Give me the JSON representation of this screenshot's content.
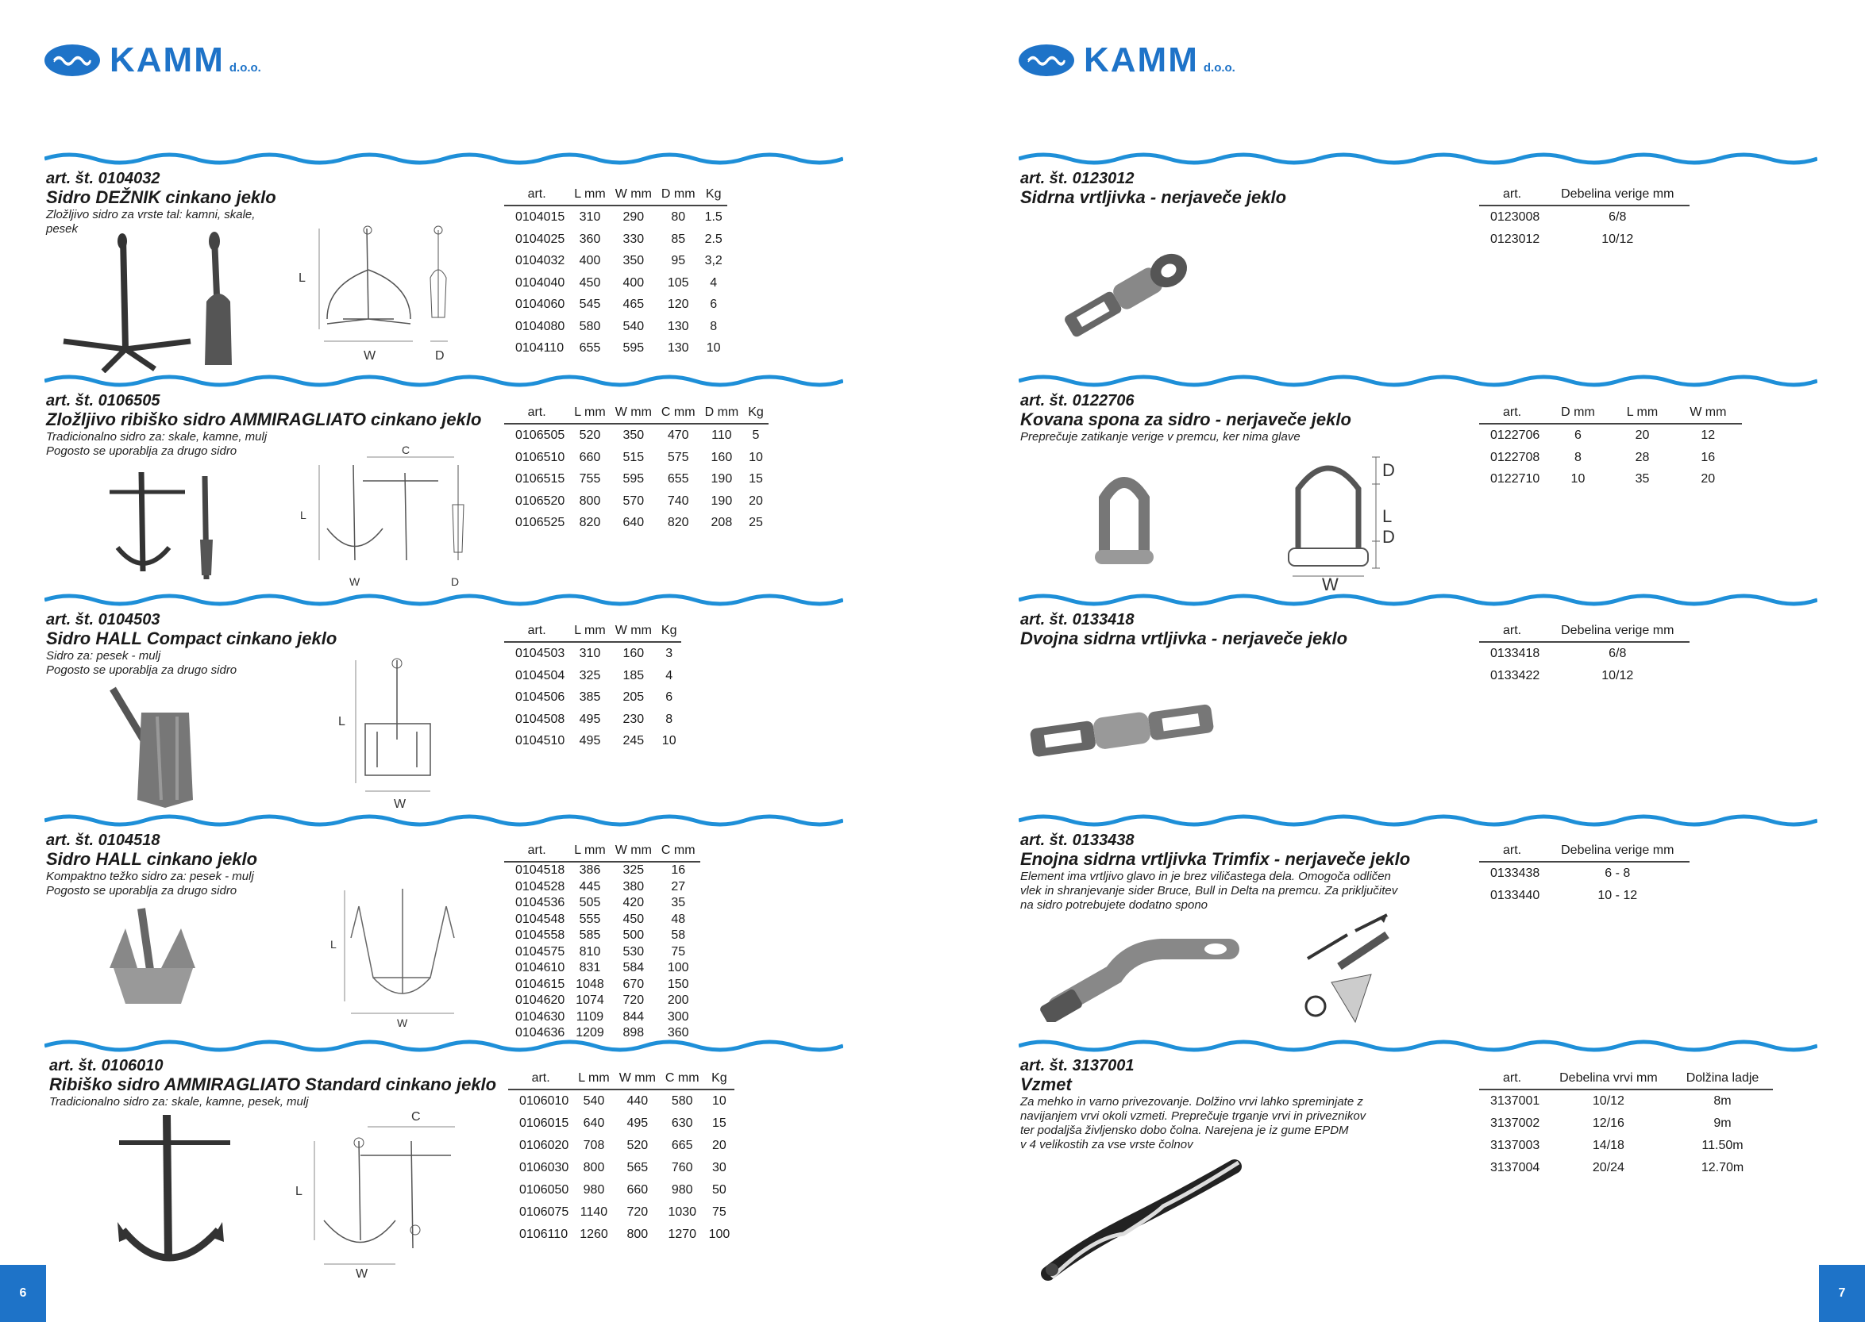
{
  "brand": {
    "name": "KAMM",
    "suffix": "d.o.o."
  },
  "page_numbers": {
    "left": "6",
    "right": "7"
  },
  "left": [
    {
      "art": "art. št. 0104032",
      "title": "Sidro DEŽNIK cinkano jeklo",
      "desc": [
        "Zložljivo sidro za vrste tal: kamni, skale,",
        "pesek"
      ],
      "dims": [
        "L",
        "W",
        "D"
      ],
      "headers": [
        "art.",
        "L mm",
        "W mm",
        "D mm",
        "Kg"
      ],
      "rows": [
        [
          "0104015",
          "310",
          "290",
          "80",
          "1.5"
        ],
        [
          "0104025",
          "360",
          "330",
          "85",
          "2.5"
        ],
        [
          "0104032",
          "400",
          "350",
          "95",
          "3,2"
        ],
        [
          "0104040",
          "450",
          "400",
          "105",
          "4"
        ],
        [
          "0104060",
          "545",
          "465",
          "120",
          "6"
        ],
        [
          "0104080",
          "580",
          "540",
          "130",
          "8"
        ],
        [
          "0104110",
          "655",
          "595",
          "130",
          "10"
        ]
      ]
    },
    {
      "art": "art. št. 0106505",
      "title": "Zložljivo ribiško sidro AMMIRAGLIATO cinkano jeklo",
      "desc": [
        "Tradicionalno sidro za: skale, kamne, mulj",
        "Pogosto se uporablja za drugo sidro"
      ],
      "dims": [
        "C",
        "L",
        "W",
        "D"
      ],
      "headers": [
        "art.",
        "L mm",
        "W mm",
        "C mm",
        "D mm",
        "Kg"
      ],
      "rows": [
        [
          "0106505",
          "520",
          "350",
          "470",
          "110",
          "5"
        ],
        [
          "0106510",
          "660",
          "515",
          "575",
          "160",
          "10"
        ],
        [
          "0106515",
          "755",
          "595",
          "655",
          "190",
          "15"
        ],
        [
          "0106520",
          "800",
          "570",
          "740",
          "190",
          "20"
        ],
        [
          "0106525",
          "820",
          "640",
          "820",
          "208",
          "25"
        ]
      ]
    },
    {
      "art": "art. št. 0104503",
      "title": "Sidro HALL Compact cinkano jeklo",
      "desc": [
        "Sidro za: pesek - mulj",
        "Pogosto se uporablja za drugo sidro"
      ],
      "dims": [
        "L",
        "W"
      ],
      "headers": [
        "art.",
        "L mm",
        "W mm",
        "Kg"
      ],
      "rows": [
        [
          "0104503",
          "310",
          "160",
          "3"
        ],
        [
          "0104504",
          "325",
          "185",
          "4"
        ],
        [
          "0104506",
          "385",
          "205",
          "6"
        ],
        [
          "0104508",
          "495",
          "230",
          "8"
        ],
        [
          "0104510",
          "495",
          "245",
          "10"
        ]
      ]
    },
    {
      "art": "art. št. 0104518",
      "title": "Sidro HALL cinkano jeklo",
      "desc": [
        "Kompaktno težko sidro za: pesek - mulj",
        "Pogosto se uporablja za drugo sidro"
      ],
      "dims": [
        "L",
        "W"
      ],
      "headers": [
        "art.",
        "L mm",
        "W mm",
        "C mm"
      ],
      "rows": [
        [
          "0104518",
          "386",
          "325",
          "16"
        ],
        [
          "0104528",
          "445",
          "380",
          "27"
        ],
        [
          "0104536",
          "505",
          "420",
          "35"
        ],
        [
          "0104548",
          "555",
          "450",
          "48"
        ],
        [
          "0104558",
          "585",
          "500",
          "58"
        ],
        [
          "0104575",
          "810",
          "530",
          "75"
        ],
        [
          "0104610",
          "831",
          "584",
          "100"
        ],
        [
          "0104615",
          "1048",
          "670",
          "150"
        ],
        [
          "0104620",
          "1074",
          "720",
          "200"
        ],
        [
          "0104630",
          "1109",
          "844",
          "300"
        ],
        [
          "0104636",
          "1209",
          "898",
          "360"
        ]
      ]
    },
    {
      "art": "art. št. 0106010",
      "title": "Ribiško sidro AMMIRAGLIATO Standard cinkano jeklo",
      "desc": [
        "Tradicionalno sidro za: skale, kamne, pesek, mulj"
      ],
      "dims": [
        "C",
        "L",
        "W"
      ],
      "headers": [
        "art.",
        "L mm",
        "W mm",
        "C mm",
        "Kg"
      ],
      "rows": [
        [
          "0106010",
          "540",
          "440",
          "580",
          "10"
        ],
        [
          "0106015",
          "640",
          "495",
          "630",
          "15"
        ],
        [
          "0106020",
          "708",
          "520",
          "665",
          "20"
        ],
        [
          "0106030",
          "800",
          "565",
          "760",
          "30"
        ],
        [
          "0106050",
          "980",
          "660",
          "980",
          "50"
        ],
        [
          "0106075",
          "1140",
          "720",
          "1030",
          "75"
        ],
        [
          "0106110",
          "1260",
          "800",
          "1270",
          "100"
        ]
      ]
    }
  ],
  "right": [
    {
      "art": "art. št. 0123012",
      "title": "Sidrna vrtljivka - nerjaveče jeklo",
      "desc": [],
      "headers": [
        "art.",
        "Debelina verige mm"
      ],
      "rows": [
        [
          "0123008",
          "6/8"
        ],
        [
          "0123012",
          "10/12"
        ]
      ]
    },
    {
      "art": "art. št. 0122706",
      "title": "Kovana spona za sidro - nerjaveče jeklo",
      "desc": [
        "Preprečuje zatikanje verige v premcu, ker nima glave"
      ],
      "dims": [
        "D",
        "L",
        "D",
        "W"
      ],
      "headers": [
        "art.",
        "D mm",
        "L mm",
        "W mm"
      ],
      "rows": [
        [
          "0122706",
          "6",
          "20",
          "12"
        ],
        [
          "0122708",
          "8",
          "28",
          "16"
        ],
        [
          "0122710",
          "10",
          "35",
          "20"
        ]
      ]
    },
    {
      "art": "art. št. 0133418",
      "title": "Dvojna sidrna vrtljivka - nerjaveče jeklo",
      "desc": [],
      "headers": [
        "art.",
        "Debelina verige mm"
      ],
      "rows": [
        [
          "0133418",
          "6/8"
        ],
        [
          "0133422",
          "10/12"
        ]
      ]
    },
    {
      "art": "art. št. 0133438",
      "title": "Enojna sidrna vrtljivka Trimfix - nerjaveče jeklo",
      "desc": [
        "Element ima vrtljivo glavo in je brez viličastega dela. Omogoča odličen",
        "vlek in shranjevanje sider Bruce, Bull in Delta na premcu. Za priključitev",
        "na sidro potrebujete dodatno spono"
      ],
      "headers": [
        "art.",
        "Debelina verige mm"
      ],
      "rows": [
        [
          "0133438",
          "6 - 8"
        ],
        [
          "0133440",
          "10 - 12"
        ]
      ]
    },
    {
      "art": "art. št. 3137001",
      "title": "Vzmet",
      "desc": [
        "Za mehko in varno privezovanje. Dolžino vrvi lahko spreminjate z",
        "navijanjem vrvi okoli vzmeti. Preprečuje trganje vrvi in priveznikov",
        "ter podaljša življensko dobo čolna. Narejena je iz gume EPDM",
        "v 4 velikostih za vse vrste čolnov"
      ],
      "headers": [
        "art.",
        "Debelina vrvi mm",
        "Dolžina ladje"
      ],
      "rows": [
        [
          "3137001",
          "10/12",
          "8m"
        ],
        [
          "3137002",
          "12/16",
          "9m"
        ],
        [
          "3137003",
          "14/18",
          "11.50m"
        ],
        [
          "3137004",
          "20/24",
          "12.70m"
        ]
      ]
    }
  ]
}
